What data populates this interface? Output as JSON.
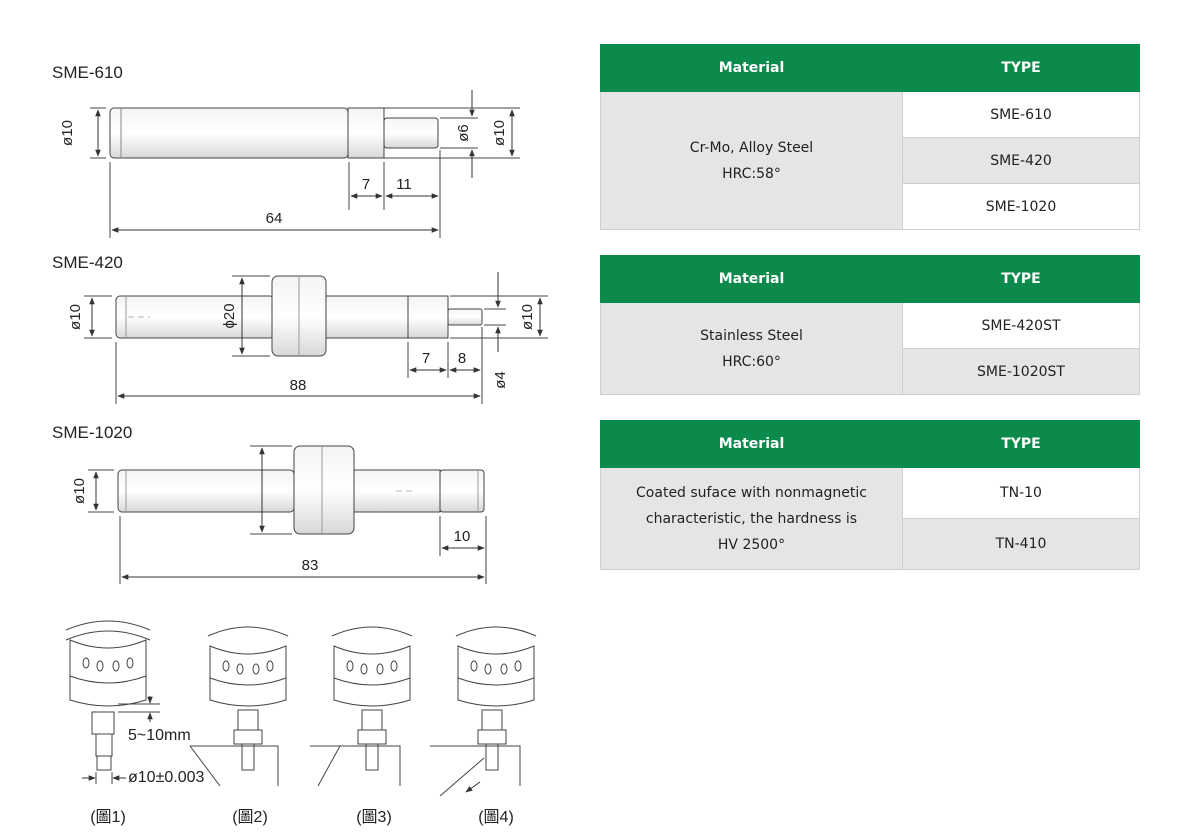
{
  "drawings": {
    "sme610": {
      "title": "SME-610",
      "dims": {
        "dia_body": "ø10",
        "dia_tip": "ø6",
        "dia_right": "ø10",
        "len_a": "7",
        "len_b": "11",
        "total": "64"
      }
    },
    "sme420": {
      "title": "SME-420",
      "dims": {
        "dia_body": "ø10",
        "dia_flange": "ϕ20",
        "dia_right": "ø10",
        "dia_tip": "ø4",
        "len_a": "7",
        "len_b": "8",
        "total": "88"
      }
    },
    "sme1020": {
      "title": "SME-1020",
      "dims": {
        "dia_body": "ø10",
        "len_tip": "10",
        "total": "83"
      }
    },
    "usage": {
      "step_height": "5~10mm",
      "tolerance": "ø10±0.003",
      "figures": [
        "(圖1)",
        "(圖2)",
        "(圖3)",
        "(圖4)"
      ]
    }
  },
  "tables": [
    {
      "header": {
        "material": "Material",
        "type": "TYPE"
      },
      "material_lines": [
        "Cr-Mo, Alloy Steel",
        "HRC:58°"
      ],
      "types": [
        "SME-610",
        "SME-420",
        "SME-1020"
      ]
    },
    {
      "header": {
        "material": "Material",
        "type": "TYPE"
      },
      "material_lines": [
        "Stainless Steel",
        "HRC:60°"
      ],
      "types": [
        "SME-420ST",
        "SME-1020ST"
      ]
    },
    {
      "header": {
        "material": "Material",
        "type": "TYPE"
      },
      "material_lines": [
        "Coated suface with nonmagnetic",
        "characteristic, the hardness is",
        "HV 2500°"
      ],
      "types": [
        "TN-10",
        "TN-410"
      ]
    }
  ]
}
